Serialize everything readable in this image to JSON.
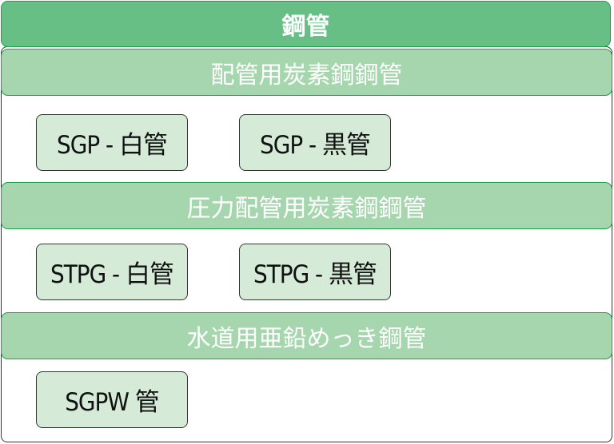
{
  "title": "鋼管",
  "colors": {
    "top_header_bg": "#67bf85",
    "section_header_bg": "#a6d6ae",
    "header_border": "#1fa04f",
    "item_bg": "#d5ead7",
    "item_border": "#333333"
  },
  "sections": [
    {
      "title": "配管用炭素鋼鋼管",
      "items": [
        "SGP - 白管",
        "SGP - 黒管"
      ]
    },
    {
      "title": "圧力配管用炭素鋼鋼管",
      "items": [
        "STPG - 白管",
        "STPG - 黒管"
      ]
    },
    {
      "title": "水道用亜鉛めっき鋼管",
      "items": [
        "SGPW 管"
      ]
    }
  ]
}
